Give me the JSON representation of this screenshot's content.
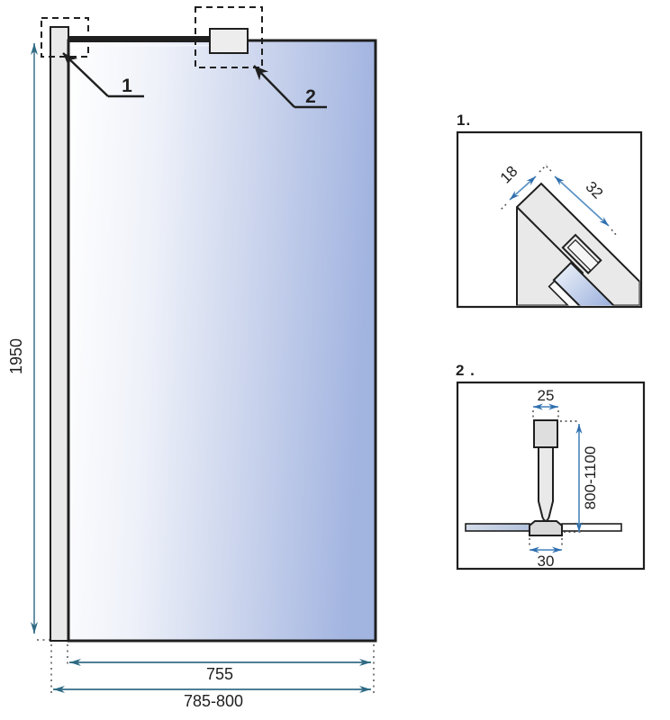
{
  "main_view": {
    "height_dim": "1950",
    "glass_width_dim": "755",
    "total_width_dim": "785-800",
    "callout_1": "1",
    "callout_2": "2"
  },
  "detail_1": {
    "label": "1.",
    "dim_profile_depth": "18",
    "dim_profile_width": "32"
  },
  "detail_2": {
    "label": "2 .",
    "dim_arm_width": "25",
    "dim_arm_length": "800-1100",
    "dim_bracket_width": "30"
  },
  "colors": {
    "line_dark": "#1f1f1f",
    "glass_light": "#ffffff",
    "glass_blue": "#a2b4e0",
    "profile_gray": "#e9e9e9",
    "main_dim_line": "#6b94a8",
    "main_dim_arrow": "#2e6a84",
    "detail_dim_line": "#5c93c4",
    "detail_dim_arrow": "#2f6fae"
  }
}
